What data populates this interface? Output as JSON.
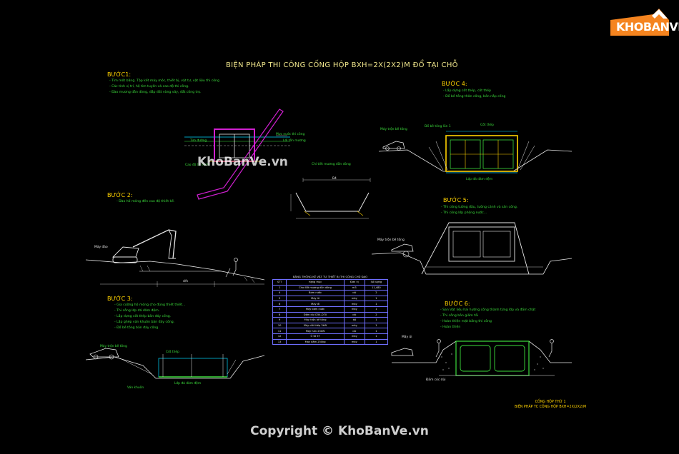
{
  "title": "BIỆN PHÁP THI CÔNG CỐNG HỘP BXH=2X(2X2)M ĐỔ TẠI CHỖ",
  "logo": {
    "text": "KHOBANVE",
    "color_primary": "#f5841f"
  },
  "watermark": "KhoBanVe.vn",
  "copyright": "Copyright © KhoBanVe.vn",
  "steps": {
    "s1": {
      "label": "BƯỚC1:",
      "notes": [
        "- Tìm mốt bằng. Tập kết máy móc, thiết bị, vật tư, vật liệu thi công",
        "- Các tính vị trí, hệ tim tuyến và cao độ thi công.",
        "- Đào mương dẫn dòng, đắp đất vòng vây, đắt công trọ."
      ]
    },
    "s2": {
      "label": "BƯỚC 2:",
      "notes": [
        "- Đào hố móng đến cao độ thiết kế."
      ]
    },
    "s3": {
      "label": "BƯỚC 3:",
      "notes": [
        "- Gia cường hố móng cho đúng thiết thiết...",
        "- Thi công lớp đá dăm đệm.",
        "- Lắp dựng cốt thép bản đáy cống.",
        "- Lắp ghép ván khuôn bản đáy cống.",
        "- Đổ bê tông bản đáy cống."
      ]
    },
    "s4": {
      "label": "BƯỚC 4:",
      "notes": [
        "- Lắp dựng cốt thép, cốt thép",
        "- Đổ bê tông thân cống, bản nắp cống"
      ]
    },
    "s5": {
      "label": "BƯỚC 5:",
      "notes": [
        "- Thi công tường đầu, tường cánh và sân cống.",
        "- Thi công lớp phòng nước..."
      ]
    },
    "s6": {
      "label": "BƯỚC 6:",
      "notes": [
        "- San Vật liệu hai hướng cống thành từng lớp và đầm chặt",
        "- Thi công bản giảm tải",
        "- Hoàn thiện mặt bằng thi công",
        "- Hoàn thiện"
      ]
    }
  },
  "labels": {
    "tim_duong": "Tim đường",
    "cao_do_tu_nhien": "Cao độ tự nhiên",
    "muc_nuoc_thi_cong": "Mực nước thi công",
    "loi_ton_muong": "Lới tôn mương",
    "mat_cat_muong": "Chi tiết mương dẫn dòng",
    "may_dao": "Máy đào",
    "may_tron_be_tong": "Máy trộn bê tông",
    "coc_thep": "Cốt thép",
    "lop_da_dam": "Lớp đá dăm đệm",
    "van_khuon": "Ván khuôn",
    "may_ui": "Máy ủi",
    "dam_coc": "Đầm cóc",
    "do_be_tong": "Đổ bê tông lần 1",
    "cot_thep_top": "Cốt thép",
    "dam_coc_6": "Đầm cóc dùi"
  },
  "dims": {
    "d1": "d/h",
    "d2": "d/h",
    "d3": "B4"
  },
  "bom": {
    "caption": "BẢNG THỐNG KÊ VẬT TƯ THIẾT BỊ THI CÔNG CHỦ ĐẠO",
    "headers": [
      "STT",
      "Hạng mục",
      "Đơn vị",
      "Số lượng"
    ],
    "rows": [
      [
        "1",
        "Cho đất mương dẫn dòng",
        "m3",
        "11,480"
      ],
      [
        "4",
        "Bơm nước",
        "cái",
        "2"
      ],
      [
        "5",
        "Máy ủi",
        "máy",
        "1"
      ],
      [
        "6",
        "Máy đi",
        "máy",
        "1"
      ],
      [
        "7",
        "Máy bơm nước",
        "máy",
        "1"
      ],
      [
        "8",
        "Đầm dùi D54-D70",
        "cái",
        "2"
      ],
      [
        "9",
        "Máy trộn bê tông",
        "bộ",
        "1"
      ],
      [
        "10",
        "Máy cắt thép 3kW",
        "máy",
        "1"
      ],
      [
        "11",
        "Máy hàn 23kW",
        "cái",
        "1"
      ],
      [
        "12",
        "Ô tô 5T",
        "máy",
        "1"
      ],
      [
        "13",
        "Máy đầm 250kg",
        "máy",
        "1"
      ]
    ]
  },
  "sheet_title": [
    "CỐNG HỘP THỨ 1",
    "BIỆN PHÁP TC CỐNG HỘP BXH=2X(2X2)M"
  ],
  "colors": {
    "text_green": "#3cdc3c",
    "step_yellow": "#ffd200",
    "magenta": "#d020d0",
    "cyan": "#00d8ff",
    "white": "#e8e8e8",
    "table_border": "#6f6fff"
  }
}
